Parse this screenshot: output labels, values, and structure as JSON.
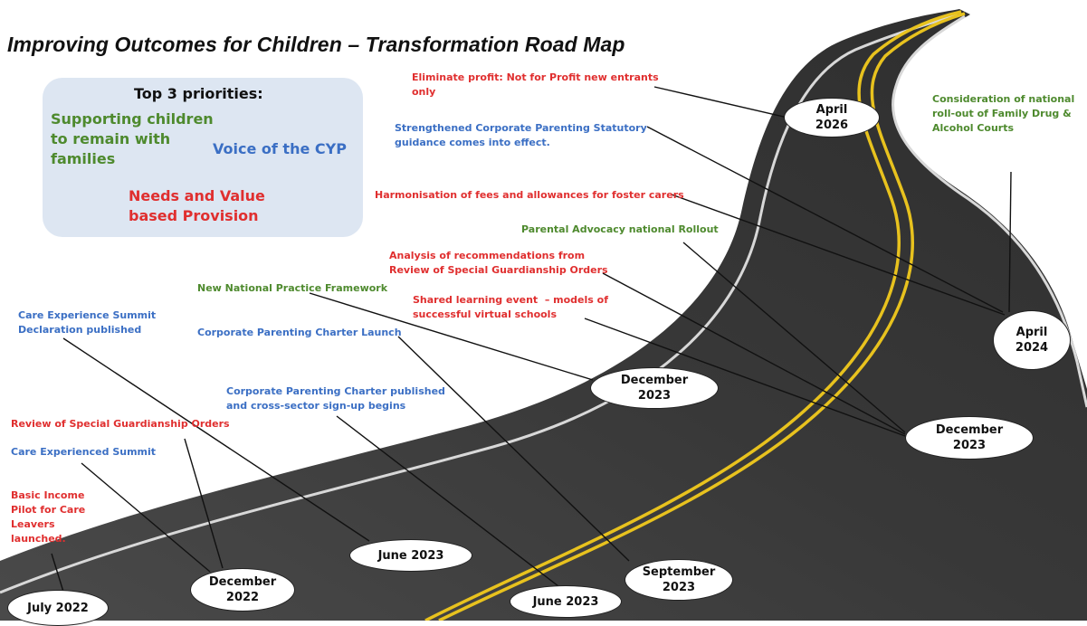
{
  "title": "Improving Outcomes for Children  – Transformation Road Map",
  "priorities": {
    "heading": "Top 3 priorities:",
    "p1": "Supporting children\nto remain with\nfamilies",
    "p2": "Voice of the CYP",
    "p3": "Needs and Value\nbased Provision"
  },
  "milestones": [
    {
      "id": "m1",
      "label": "July 2022"
    },
    {
      "id": "m2",
      "label": "December\n2022"
    },
    {
      "id": "m3",
      "label": "June 2023"
    },
    {
      "id": "m4",
      "label": "June 2023"
    },
    {
      "id": "m5",
      "label": "September\n2023"
    },
    {
      "id": "m6",
      "label": "December\n2023"
    },
    {
      "id": "m7",
      "label": "December\n2023"
    },
    {
      "id": "m8",
      "label": "April\n2024"
    },
    {
      "id": "m9",
      "label": "April\n2026"
    }
  ],
  "events": [
    {
      "id": "e1",
      "text": "Basic Income\nPilot for Care\nLeavers\nlaunched.",
      "color": "#e02f2f"
    },
    {
      "id": "e2",
      "text": "Care Experienced Summit",
      "color": "#3b6fc4"
    },
    {
      "id": "e3",
      "text": "Review of Special Guardianship Orders",
      "color": "#e02f2f"
    },
    {
      "id": "e4",
      "text": "Care Experience Summit\nDeclaration published",
      "color": "#3b6fc4"
    },
    {
      "id": "e5",
      "text": "Corporate Parenting Charter Launch",
      "color": "#3b6fc4"
    },
    {
      "id": "e6",
      "text": "Corporate Parenting Charter published\nand cross-sector sign-up begins",
      "color": "#3b6fc4"
    },
    {
      "id": "e7",
      "text": "New National Practice Framework",
      "color": "#4e8a2e"
    },
    {
      "id": "e8",
      "text": "Shared learning event  – models of\nsuccessful virtual schools",
      "color": "#e02f2f"
    },
    {
      "id": "e9",
      "text": "Analysis of recommendations from\nReview of Special Guardianship Orders",
      "color": "#e02f2f"
    },
    {
      "id": "e10",
      "text": "Parental Advocacy national Rollout",
      "color": "#4e8a2e"
    },
    {
      "id": "e11",
      "text": "Harmonisation of fees and allowances for foster carers",
      "color": "#e02f2f"
    },
    {
      "id": "e12",
      "text": "Strengthened Corporate Parenting Statutory\nguidance comes into effect.",
      "color": "#3b6fc4"
    },
    {
      "id": "e13",
      "text": "Eliminate profit: Not for Profit new entrants\nonly",
      "color": "#e02f2f"
    },
    {
      "id": "e14",
      "text": "Consideration of national\nroll-out of Family Drug &\nAlcohol Courts",
      "color": "#4e8a2e"
    }
  ]
}
